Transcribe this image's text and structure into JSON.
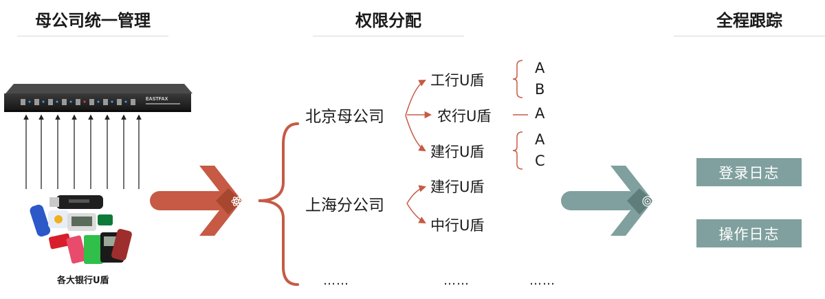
{
  "columns": {
    "left_title": "母公司统一管理",
    "middle_title": "权限分配",
    "right_title": "全程跟踪"
  },
  "hardware": {
    "brand": "EASTFAX",
    "caption": "各大银行U盾"
  },
  "tree": {
    "beijing": {
      "label": "北京母公司",
      "banks": [
        {
          "label": "工行U盾",
          "accounts": [
            "A",
            "B"
          ]
        },
        {
          "label": "农行U盾",
          "accounts": [
            "A"
          ]
        },
        {
          "label": "建行U盾",
          "accounts": [
            "A",
            "C"
          ]
        }
      ]
    },
    "shanghai": {
      "label": "上海分公司",
      "banks": [
        {
          "label": "建行U盾"
        },
        {
          "label": "中行U盾"
        }
      ]
    },
    "ellipsis": [
      "……",
      "……",
      "……"
    ]
  },
  "logs": {
    "login": "登录日志",
    "operation": "操作日志"
  },
  "colors": {
    "rust": "#c65a45",
    "rust_dark": "#a8472f",
    "teal": "#7fa09e",
    "teal_dark": "#5e7d7b",
    "rule": "#d9d9d9"
  },
  "icons": {
    "left_arrow_badge": "atom-icon",
    "right_arrow_badge": "target-icon"
  }
}
